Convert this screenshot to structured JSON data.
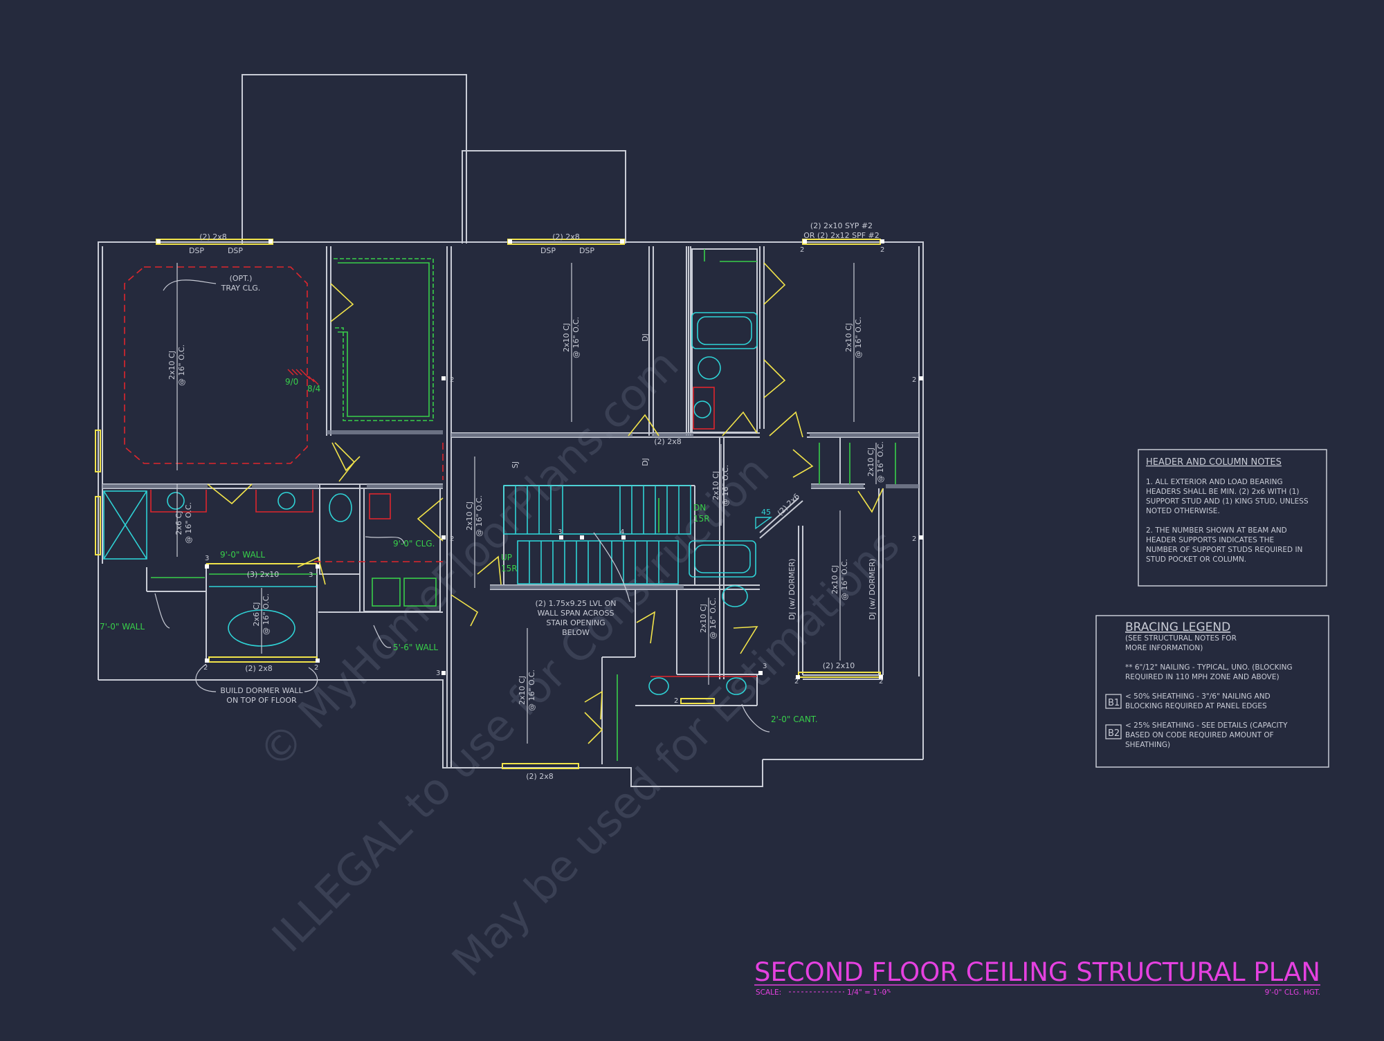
{
  "colors": {
    "background": "#252a3d",
    "wall": "#c9ccd6",
    "beam": "#f2e44a",
    "green": "#38d04a",
    "cyan": "#2fd3d6",
    "red": "#e0262d",
    "magenta": "#e541e0",
    "watermark": "#3a4054"
  },
  "headers": {
    "h1": "(2) 2x8",
    "h2": "(2) 2x8",
    "h3_line1": "(2) 2x10 SYP #2",
    "h3_line2": "OR (2) 2x12 SPF #2",
    "mid": "(2) 2x8",
    "bath": "(3) 2x10",
    "bath_bottom": "(2) 2x8",
    "bottom": "(2) 2x8",
    "right_bottom": "(2) 2x10",
    "stair": "(2) 2x6"
  },
  "labels": {
    "dsp": "DSP",
    "dj": "DJ",
    "sj": "SJ",
    "cj_2x10": "2x10 CJ",
    "cj_2x6": "2x6 CJ",
    "cj_spacing": "@ 16\" O.C.",
    "dj_dormer": "DJ (w/ DORMER)",
    "opt": "(OPT.)",
    "tray": "TRAY CLG.",
    "h9": "9/0",
    "h8": "8/4",
    "wall9": "9'-0\" WALL",
    "clg9": "9'-0\" CLG.",
    "wall7": "7'-0\" WALL",
    "wall5": "5'-6\" WALL",
    "dormer1": "BUILD DORMER WALL",
    "dormer2": "ON TOP OF FLOOR",
    "lvl1": "(2) 1.75x9.25 LVL ON",
    "lvl2": "WALL SPAN ACROSS",
    "lvl3": "STAIR OPENING",
    "lvl4": "BELOW",
    "cant": "2'-0\" CANT.",
    "up": "UP",
    "dn": "DN",
    "br": "15R",
    "deg": "45"
  },
  "support_numbers": [
    "2",
    "3",
    "4"
  ],
  "notes": {
    "title": "HEADER AND COLUMN NOTES",
    "n1": [
      "1. ALL EXTERIOR AND LOAD BEARING",
      "HEADERS SHALL BE MIN. (2) 2x6 WITH (1)",
      "SUPPORT STUD AND (1) KING STUD, UNLESS",
      "NOTED OTHERWISE."
    ],
    "n2": [
      "2. THE NUMBER SHOWN AT BEAM AND",
      "HEADER SUPPORTS INDICATES THE",
      "NUMBER OF SUPPORT STUDS REQUIRED IN",
      "STUD POCKET OR COLUMN."
    ]
  },
  "bracing": {
    "title": "BRACING LEGEND",
    "sub": [
      "(SEE STRUCTURAL NOTES FOR",
      "MORE INFORMATION)"
    ],
    "nailing": [
      "** 6\"/12\" NAILING - TYPICAL, UNO. (BLOCKING",
      "REQUIRED IN 110 MPH ZONE AND ABOVE)"
    ],
    "b1_tag": "B1",
    "b1": [
      "< 50% SHEATHING - 3\"/6\" NAILING AND",
      "BLOCKING REQUIRED AT PANEL EDGES"
    ],
    "b2_tag": "B2",
    "b2": [
      "< 25% SHEATHING - SEE DETAILS (CAPACITY",
      "BASED ON CODE REQUIRED AMOUNT OF",
      "SHEATHING)"
    ]
  },
  "title_block": {
    "title": "SECOND FLOOR CEILING STRUCTURAL PLAN",
    "scale_label": "SCALE:",
    "scale_value": "1/4\" = 1'-0\"",
    "height": "9'-0\" CLG. HGT."
  },
  "watermark": {
    "line1": "© MyHomeFloorPlans.com",
    "line2": "ILLEGAL to use for Construction",
    "line3": "May be used for Estimations"
  }
}
